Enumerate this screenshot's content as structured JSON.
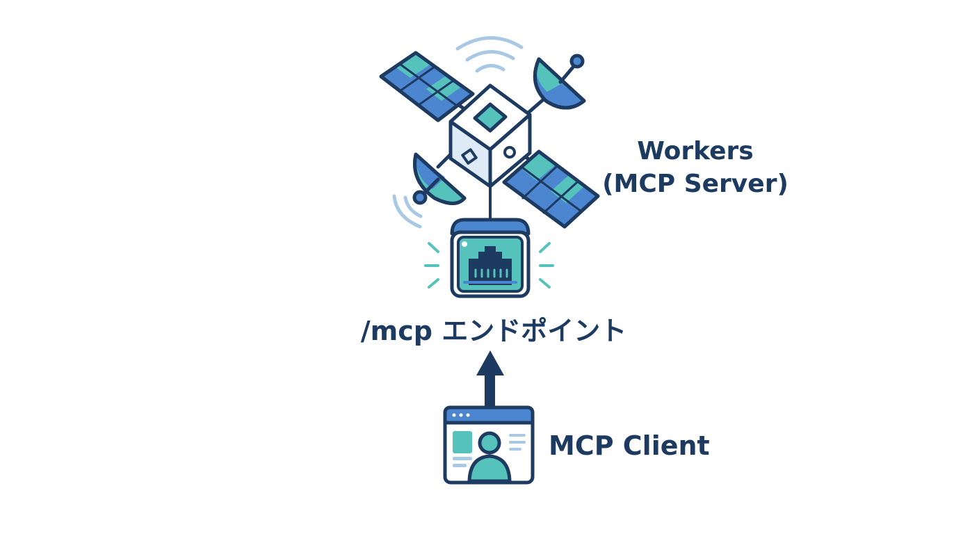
{
  "server": {
    "label_line1": "Workers",
    "label_line2": "(MCP Server)"
  },
  "endpoint": {
    "label": "/mcp エンドポイント"
  },
  "client": {
    "label": "MCP Client"
  },
  "colors": {
    "outline": "#1d3a60",
    "blue": "#4c86d0",
    "teal": "#55c3bc",
    "light_blue": "#dfeaf7",
    "signal": "#a9c8e4",
    "spark": "#55c3bc",
    "text": "#1d3a60"
  },
  "icons": {
    "satellite": "satellite-icon",
    "network_port": "ethernet-port-icon",
    "arrow": "arrow-up-icon",
    "client": "browser-user-icon"
  }
}
